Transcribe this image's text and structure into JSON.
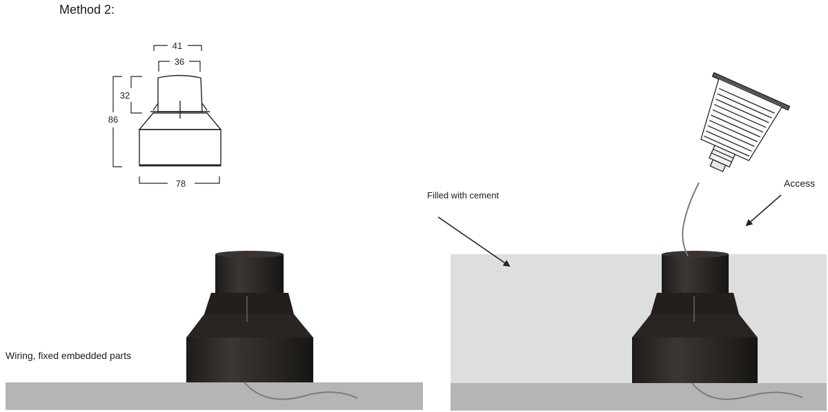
{
  "title": "Method 2:",
  "dimensions": {
    "top_outer_width": "41",
    "top_inner_width": "36",
    "top_height": "32",
    "total_height": "86",
    "base_width": "78"
  },
  "labels": {
    "wiring": "Wiring, fixed embedded parts",
    "filled": "Filled with cement",
    "access": "Access"
  },
  "colors": {
    "fixture_body": "#2f2a27",
    "ground": "#b5b5b5",
    "cement": "#dcdfdd",
    "cable": "#7a7a7a",
    "line": "#222222"
  }
}
